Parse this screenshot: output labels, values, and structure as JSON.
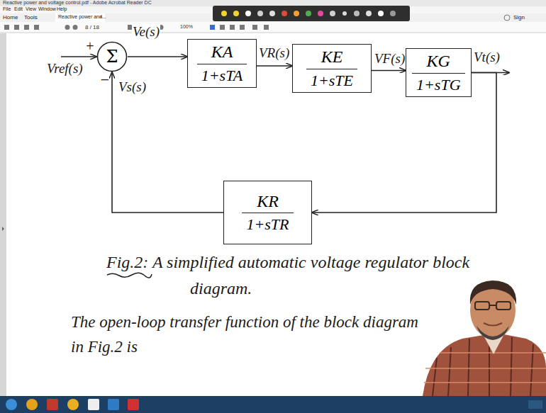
{
  "diagram": {
    "caption": "Fig.2: A simplified automatic voltage regulator block diagram.",
    "nodes": [
      {
        "text": [
          "Σ"
        ]
      },
      {
        "text": [
          "KA",
          "1+sTA"
        ]
      },
      {
        "text": [
          "KE",
          "1+sTE"
        ]
      },
      {
        "text": [
          "KG",
          "1+sTG"
        ]
      },
      {
        "text": [
          "KR",
          "1+sTR"
        ]
      }
    ],
    "edges": [
      {
        "from": 0,
        "to": 1,
        "arrow": "to",
        "label": "Ve(s)"
      },
      {
        "from": 1,
        "to": 2,
        "arrow": "to",
        "label": "VR(s)"
      },
      {
        "from": 2,
        "to": 3,
        "arrow": "to",
        "label": "VF(s)"
      },
      {
        "from": 3,
        "to": 4,
        "arrow": "to"
      },
      {
        "from": 4,
        "to": 0,
        "arrow": "to",
        "label": "Vs(s)"
      }
    ],
    "labels": [
      "Reactive power and voltage control.pdf - Adobe Acrobat Reader DC",
      "File",
      "Edit",
      "View",
      "Window",
      "Help",
      "Home",
      "Tools",
      "Reactive power and...",
      "×",
      "Sign",
      "8 / 18",
      "100%",
      "Vref(s)",
      "+",
      "−",
      "Vt(s)",
      "The open-loop transfer function of the block diagram in Fig.2 is"
    ]
  }
}
